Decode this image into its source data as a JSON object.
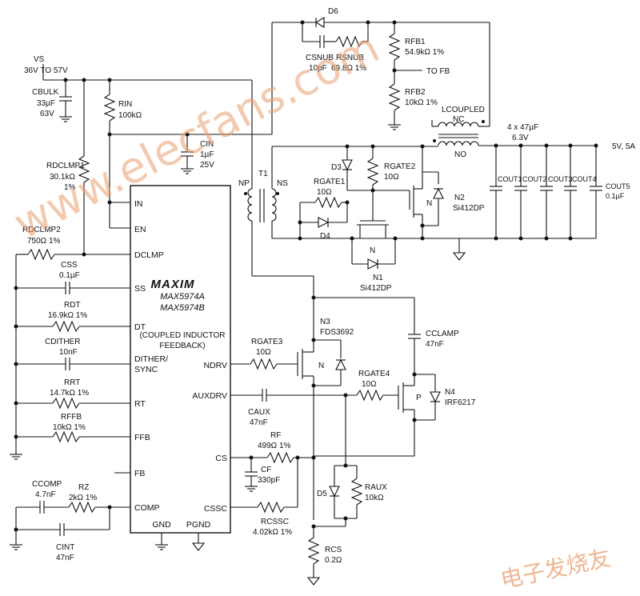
{
  "chip": {
    "logo": "MAXIM",
    "part1": "MAX5974A",
    "part2": "MAX5974B",
    "note1": "(COUPLED INDUCTOR",
    "note2": "FEEDBACK)",
    "pins_left": [
      "IN",
      "EN",
      "DCLMP",
      "SS",
      "DT",
      "DITHER/",
      "SYNC",
      "RT",
      "FFB",
      "FB",
      "COMP"
    ],
    "pins_right": [
      "NDRV",
      "AUXDRV",
      "CS",
      "CSSC"
    ],
    "pins_bottom": [
      "GND",
      "PGND"
    ]
  },
  "input": {
    "vs_label": "VS",
    "vs_range": "36V TO 57V",
    "cbulk": [
      "CBULK",
      "33µF",
      "63V"
    ],
    "rin": [
      "RIN",
      "100kΩ"
    ],
    "cin": [
      "CIN",
      "1µF",
      "25V"
    ],
    "rdclmp1": [
      "RDCLMP1",
      "30.1kΩ",
      "1%"
    ],
    "rdclmp2": [
      "RDCLMP2",
      "750Ω  1%"
    ]
  },
  "left_parts": {
    "css": [
      "CSS",
      "0.1µF"
    ],
    "rdt": [
      "RDT",
      "16.9kΩ  1%"
    ],
    "cdither": [
      "CDITHER",
      "10nF"
    ],
    "rrt": [
      "RRT",
      "14.7kΩ  1%"
    ],
    "rffb": [
      "RFFB",
      "10kΩ  1%"
    ],
    "ccomp": [
      "CCOMP",
      "4.7nF"
    ],
    "rz": [
      "RZ",
      "2kΩ  1%"
    ],
    "cint": [
      "CINT",
      "47nF"
    ]
  },
  "secondary": {
    "d6": "D6",
    "csnub": [
      "CSNUB",
      "10pF"
    ],
    "rsnub": [
      "RSNUB",
      "69.8Ω 1%"
    ],
    "rfb1": [
      "RFB1",
      "54.9kΩ 1%"
    ],
    "to_fb": "TO FB",
    "rfb2": [
      "RFB2",
      "10kΩ  1%"
    ],
    "lcoupled": [
      "LCOUPLED",
      "NC",
      "NO"
    ],
    "cout_header": [
      "4 x 47µF",
      "6.3V"
    ],
    "vout": "5V, 5A",
    "couts": [
      "COUT1",
      "COUT2",
      "COUT3",
      "COUT4",
      "COUT5"
    ],
    "cout5_val": "0.1µF",
    "t1": [
      "T1",
      "NP",
      "NS"
    ],
    "d3": "D3",
    "d4": "D4",
    "rgate2": [
      "RGATE2",
      "10Ω"
    ],
    "rgate1": [
      "RGATE1",
      "10Ω"
    ],
    "n2": [
      "N2",
      "Si412DP"
    ],
    "n1": [
      "N1",
      "Si412DP"
    ],
    "n_mark": "N"
  },
  "primary": {
    "n3": [
      "N3",
      "FDS3692"
    ],
    "rgate3": [
      "RGATE3",
      "10Ω"
    ],
    "cclamp": [
      "CCLAMP",
      "47nF"
    ],
    "rgate4": [
      "RGATE4",
      "10Ω"
    ],
    "n4": [
      "N4",
      "IRF6217"
    ],
    "p_mark": "P",
    "caux": [
      "CAUX",
      "47nF"
    ],
    "rf": [
      "RF",
      "499Ω  1%"
    ],
    "cf": [
      "CF",
      "330pF"
    ],
    "d5": "D5",
    "raux": [
      "RAUX",
      "10kΩ"
    ],
    "rcssc": [
      "RCSSC",
      "4.02kΩ  1%"
    ],
    "rcs": [
      "RCS",
      "0.2Ω"
    ]
  },
  "watermark": {
    "site": "www.elecfans.com",
    "cn": "电子发烧友"
  }
}
